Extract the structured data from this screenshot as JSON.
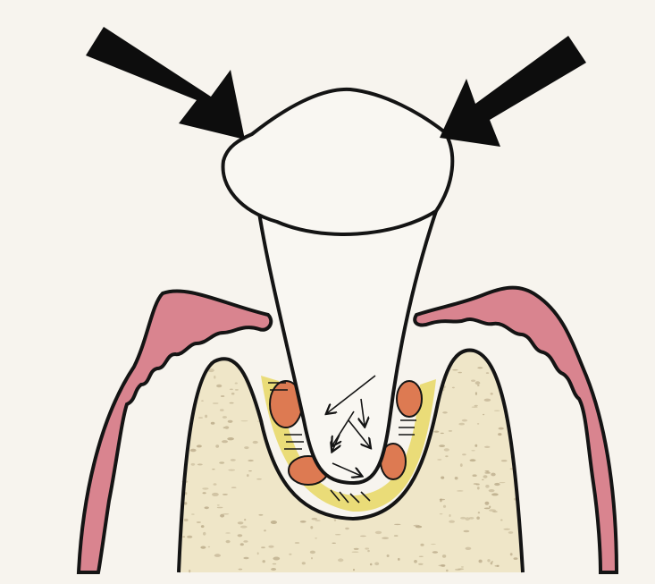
{
  "diagram": {
    "subject": "tooth-in-socket-under-occlusal-force",
    "colors": {
      "background": "#f7f4ee",
      "outline": "#141414",
      "gingiva": "#d9848f",
      "gingiva_dark": "#b85a67",
      "bone": "#efe6c8",
      "bone_speckle": "#b9a988",
      "ligament_yellow": "#e8d96a",
      "ligament_orange": "#dd7a52",
      "crown_fill": "#f9f7f2",
      "arrow": "#0d0d0d"
    },
    "force_arrows": 2,
    "internal_force_vectors": 6
  }
}
